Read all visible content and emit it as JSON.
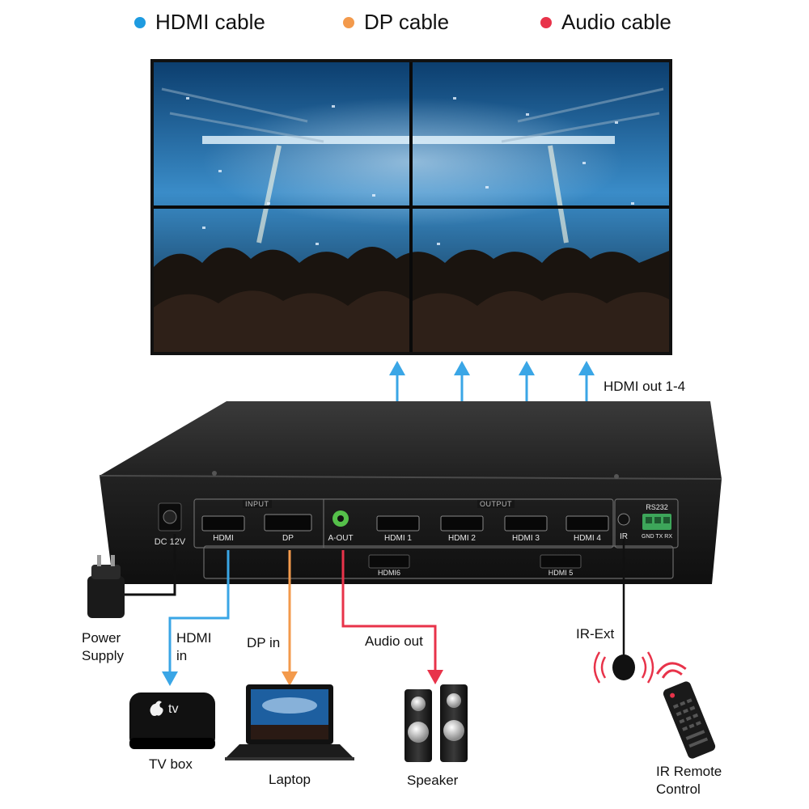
{
  "legend": [
    {
      "label": "HDMI cable",
      "color": "#1e9be0"
    },
    {
      "label": "DP cable",
      "color": "#f39a4c"
    },
    {
      "label": "Audio cable",
      "color": "#e8334a"
    }
  ],
  "video_wall": {
    "layout": "2x2",
    "content": "concert crowd with confetti and stage lights"
  },
  "device": {
    "power": {
      "label": "DC 12V"
    },
    "input_group": {
      "label": "INPUT",
      "ports": [
        "HDMI",
        "DP"
      ]
    },
    "audio_port": {
      "label": "A-OUT"
    },
    "output_group": {
      "label": "OUTPUT",
      "ports": [
        "HDMI 1",
        "HDMI 2",
        "HDMI 3",
        "HDMI 4"
      ]
    },
    "ir_port": {
      "label": "IR"
    },
    "rs232": {
      "label": "RS232",
      "pins": "GND TX RX"
    },
    "lower_ports": [
      "HDMI6",
      "HDMI 5"
    ]
  },
  "annotations": {
    "hdmi_out": "HDMI out 1-4",
    "power_supply": "Power\nSupply",
    "hdmi_in": "HDMI\nin",
    "dp_in": "DP in",
    "audio_out": "Audio out",
    "ir_ext": "IR-Ext"
  },
  "devices": {
    "tv_box": {
      "label": "TV box",
      "brand": "tv"
    },
    "laptop": {
      "label": "Laptop"
    },
    "speaker": {
      "label": "Speaker"
    },
    "remote": {
      "label": "IR Remote\nControl"
    }
  },
  "colors": {
    "hdmi": "#1e9be0",
    "dp": "#f39a4c",
    "audio": "#e8334a",
    "device_body": "#1a1a1a"
  }
}
